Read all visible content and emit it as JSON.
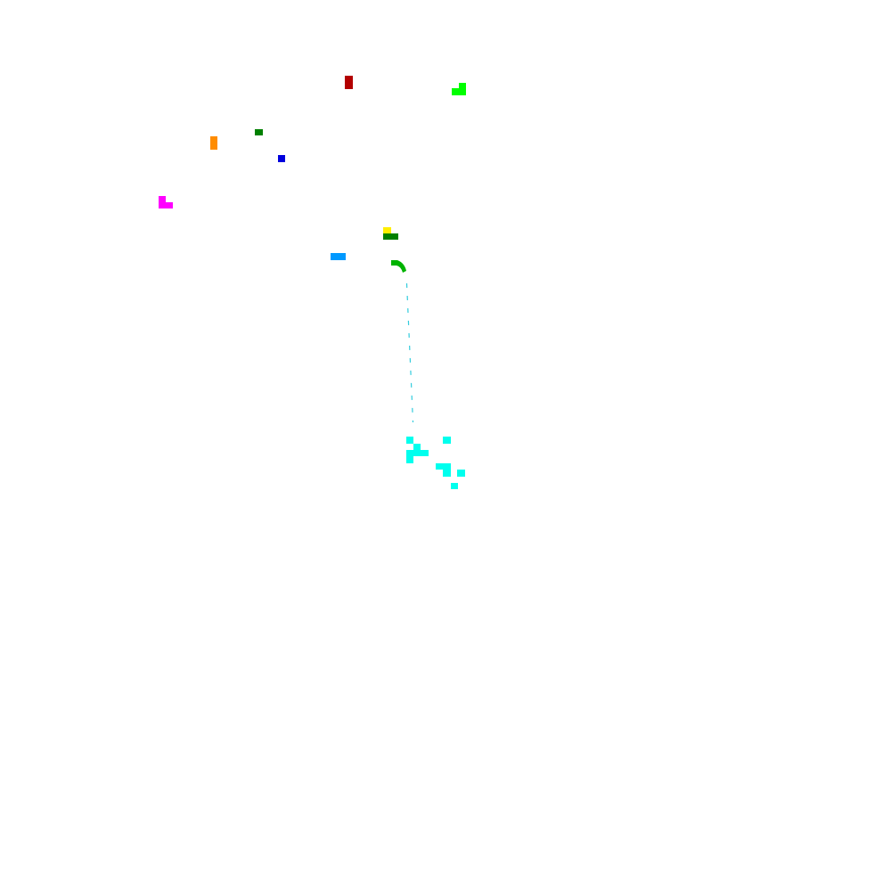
{
  "scene": {
    "background": "#ffffff",
    "palette": {
      "dark_red": "#b30000",
      "lime": "#00ff00",
      "green": "#008000",
      "orange": "#ff8c00",
      "blue": "#0000dd",
      "magenta": "#ff00ff",
      "yellow": "#ffee00",
      "sky_blue": "#0099ff",
      "bright_green": "#00b300",
      "cyan": "#00ffee",
      "trail": "#33ccdd"
    },
    "pieces": [
      {
        "name": "red-piece",
        "color_key": "dark_red"
      },
      {
        "name": "lime-piece",
        "color_key": "lime"
      },
      {
        "name": "green-piece",
        "color_key": "green"
      },
      {
        "name": "orange-piece",
        "color_key": "orange"
      },
      {
        "name": "blue-piece",
        "color_key": "blue"
      },
      {
        "name": "magenta-piece",
        "color_key": "magenta"
      },
      {
        "name": "yellow-piece",
        "color_key": "yellow"
      },
      {
        "name": "dark-green-bar",
        "color_key": "green"
      },
      {
        "name": "sky-blue-piece",
        "color_key": "sky_blue"
      },
      {
        "name": "green-arc-piece",
        "color_key": "bright_green"
      }
    ],
    "trail": {
      "name": "cyan-dotted-trail",
      "color_key": "trail"
    },
    "cluster": {
      "name": "cyan-particle-cluster",
      "color_key": "cyan"
    }
  }
}
